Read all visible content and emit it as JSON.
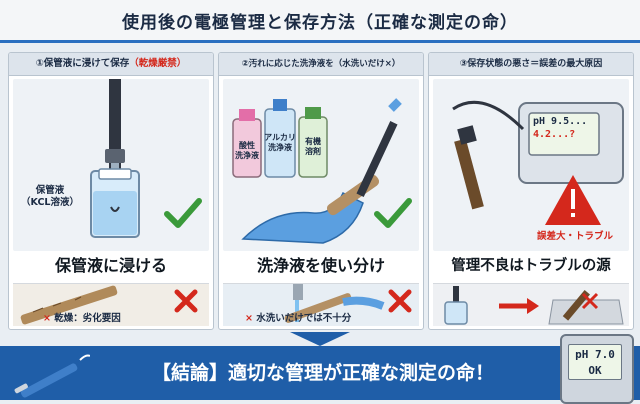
{
  "title": "使用後の電極管理と保存方法（正確な測定の命）",
  "panels": [
    {
      "header_main": "①保管液に浸けて保存",
      "header_warn": "（乾燥厳禁）",
      "solution_label_1": "保管液",
      "solution_label_2": "（KCL溶液）",
      "caption": "保管液に浸ける",
      "bottom_mark": "×",
      "bottom_note": "乾燥：劣化要因"
    },
    {
      "header_main": "②汚れに応じた洗浄液を（水洗いだけ×）",
      "bottle_1": "酸性\n洗浄液",
      "bottle_2": "アルカリ\n洗浄液",
      "bottle_3": "有機\n溶剤",
      "caption": "洗浄液を使い分け",
      "bottom_mark": "×",
      "bottom_note": "水洗いだけでは不十分"
    },
    {
      "header_main": "③保存状態の悪さ＝誤差の最大原因",
      "meter_line_1": "pH 9.5...",
      "meter_line_2": "4.2...?",
      "warning_note": "誤差大・トラブル",
      "caption": "管理不良はトラブルの源"
    }
  ],
  "conclusion": "【結論】適切な管理が正確な測定の命！",
  "meter": {
    "line_1": "pH 7.0",
    "line_2": "OK"
  },
  "colors": {
    "accent_blue": "#1f5ea8",
    "ok_green": "#3a9a3a",
    "ng_red": "#d4281c"
  }
}
